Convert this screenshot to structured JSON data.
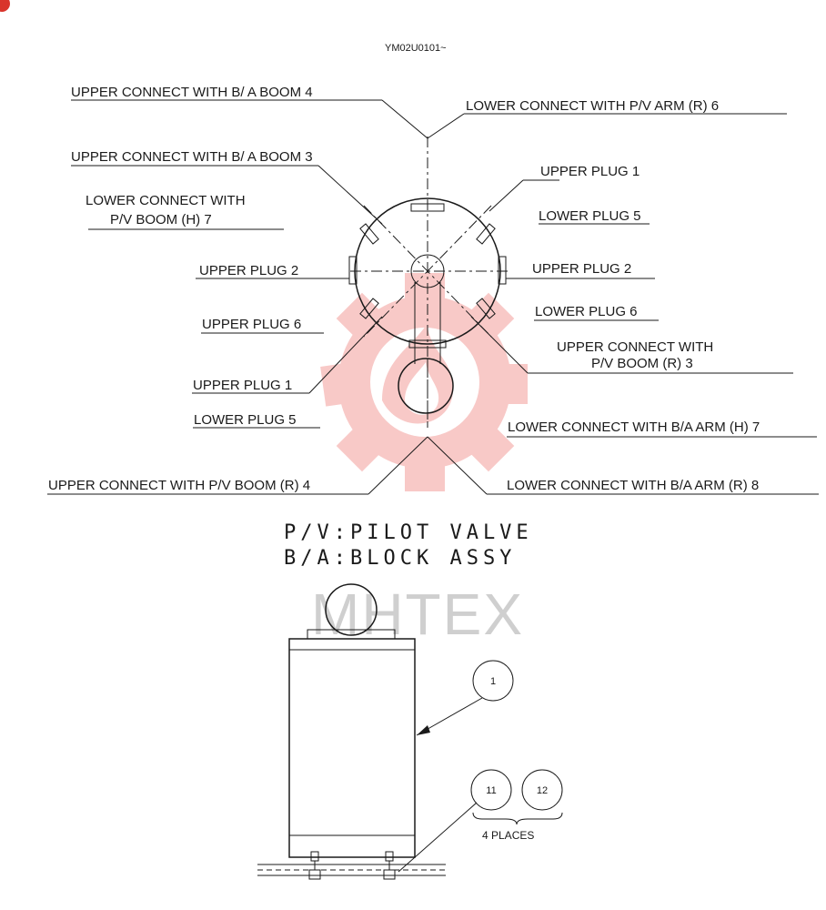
{
  "drawing_code": "YM02U0101~",
  "labels": {
    "upper_boom4": "UPPER CONNECT WITH B/ A BOOM 4",
    "lower_arm6": "LOWER CONNECT WITH P/V ARM  (R) 6",
    "upper_boom3": "UPPER CONNECT WITH B/ A BOOM 3",
    "upper_plug1_r": "UPPER PLUG 1",
    "lower_boomh7_a": "LOWER CONNECT WITH",
    "lower_boomh7_b": "P/V BOOM (H) 7",
    "lower_plug5_r": "LOWER PLUG 5",
    "upper_plug2_l": "UPPER PLUG 2",
    "upper_plug2_r": "UPPER PLUG 2",
    "lower_plug6_r": "LOWER PLUG 6",
    "upper_plug6_l": "UPPER PLUG 6",
    "upper_boomr3_a": "UPPER CONNECT WITH",
    "upper_boomr3_b": "P/V BOOM (R) 3",
    "upper_plug1_l": "UPPER PLUG 1",
    "lower_plug5_l": "LOWER PLUG 5",
    "lower_armh7": "LOWER CONNECT WITH B/A ARM (H) 7",
    "upper_boomr4": "UPPER CONNECT WITH P/V BOOM (R) 4",
    "lower_armr8": "LOWER CONNECT WITH B/A ARM (R) 8"
  },
  "legend": {
    "line1": "P/V:PILOT VALVE",
    "line2": "B/A:BLOCK ASSY"
  },
  "balloons": {
    "item1": "1",
    "item11": "11",
    "item12": "12",
    "places": "4 PLACES"
  },
  "watermark": "MHTEX",
  "colors": {
    "watermark_logo": "#e8403a",
    "watermark_text": "#cfcfcf",
    "marker": "#d9342b"
  }
}
